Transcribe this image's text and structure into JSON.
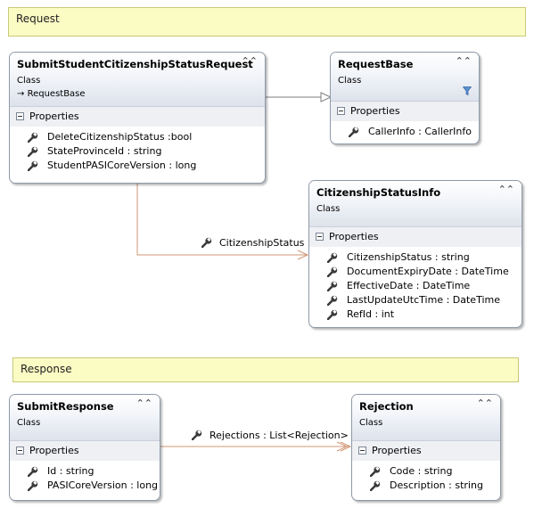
{
  "sections": {
    "request": "Request",
    "response": "Response"
  },
  "classes": {
    "submit_request": {
      "name": "SubmitStudentCitizenshipStatusRequest",
      "type": "Class",
      "base": "RequestBase",
      "section": "Properties",
      "properties": [
        "DeleteCitizenshipStatus :bool",
        "StateProvinceId : string",
        "StudentPASICoreVersion : long"
      ]
    },
    "request_base": {
      "name": "RequestBase",
      "type": "Class",
      "section": "Properties",
      "properties": [
        "CallerInfo : CallerInfo"
      ]
    },
    "citizenship_status_info": {
      "name": "CitizenshipStatusInfo",
      "type": "Class",
      "section": "Properties",
      "properties": [
        "CitizenshipStatus : string",
        "DocumentExpiryDate : DateTime",
        "EffectiveDate : DateTime",
        "LastUpdateUtcTime : DateTime",
        "RefId : int"
      ]
    },
    "submit_response": {
      "name": "SubmitResponse",
      "type": "Class",
      "section": "Properties",
      "properties": [
        "Id : string",
        "PASICoreVersion : long"
      ]
    },
    "rejection": {
      "name": "Rejection",
      "type": "Class",
      "section": "Properties",
      "properties": [
        "Code : string",
        "Description : string"
      ]
    }
  },
  "associations": {
    "citizenship_status": "CitizenshipStatus",
    "rejections": "Rejections : List<Rejection>"
  },
  "colors": {
    "association": "#d19575",
    "inheritance": "#7f7f7f",
    "section_bg": "#fbfbc4"
  }
}
